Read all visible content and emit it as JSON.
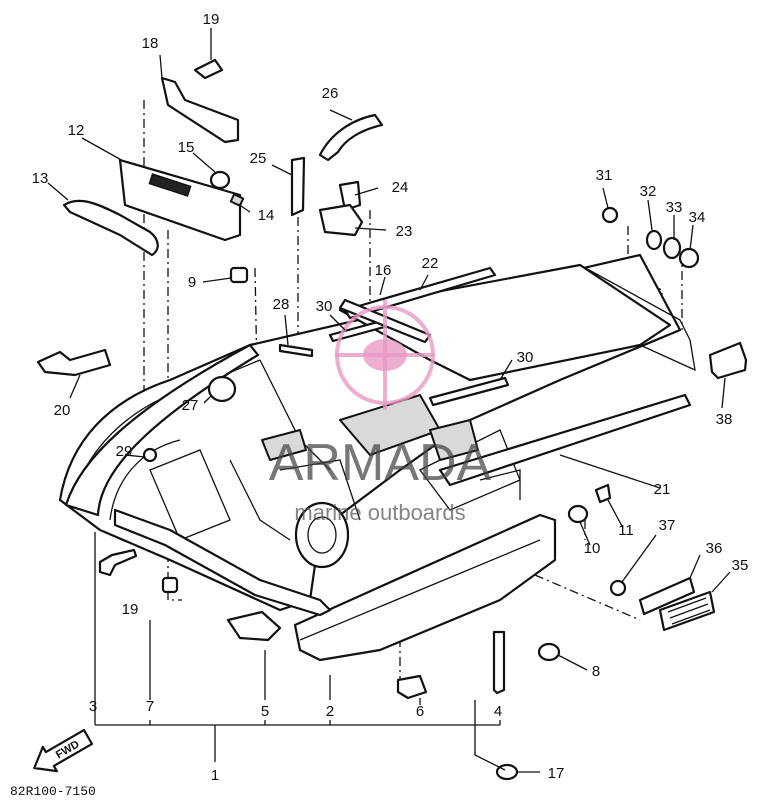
{
  "labels": {
    "n1": "1",
    "n2": "2",
    "n3": "3",
    "n4": "4",
    "n5": "5",
    "n6": "6",
    "n7": "7",
    "n8": "8",
    "n9": "9",
    "n10": "10",
    "n11": "11",
    "n12": "12",
    "n13": "13",
    "n14": "14",
    "n15": "15",
    "n16": "16",
    "n17": "17",
    "n18": "18",
    "n19a": "19",
    "n19b": "19",
    "n20": "20",
    "n21": "21",
    "n22": "22",
    "n23": "23",
    "n24": "24",
    "n25": "25",
    "n26": "26",
    "n27": "27",
    "n28": "28",
    "n29": "29",
    "n30a": "30",
    "n30b": "30",
    "n31": "31",
    "n32": "32",
    "n33": "33",
    "n34": "34",
    "n35": "35",
    "n36": "36",
    "n37": "37",
    "n38": "38"
  },
  "watermark": {
    "title": "ARMADA",
    "subtitle": "marine outboards",
    "logo_color": "#e89ac4"
  },
  "footer_code": "82R100-7150",
  "fwd_arrow_label": "FWD"
}
